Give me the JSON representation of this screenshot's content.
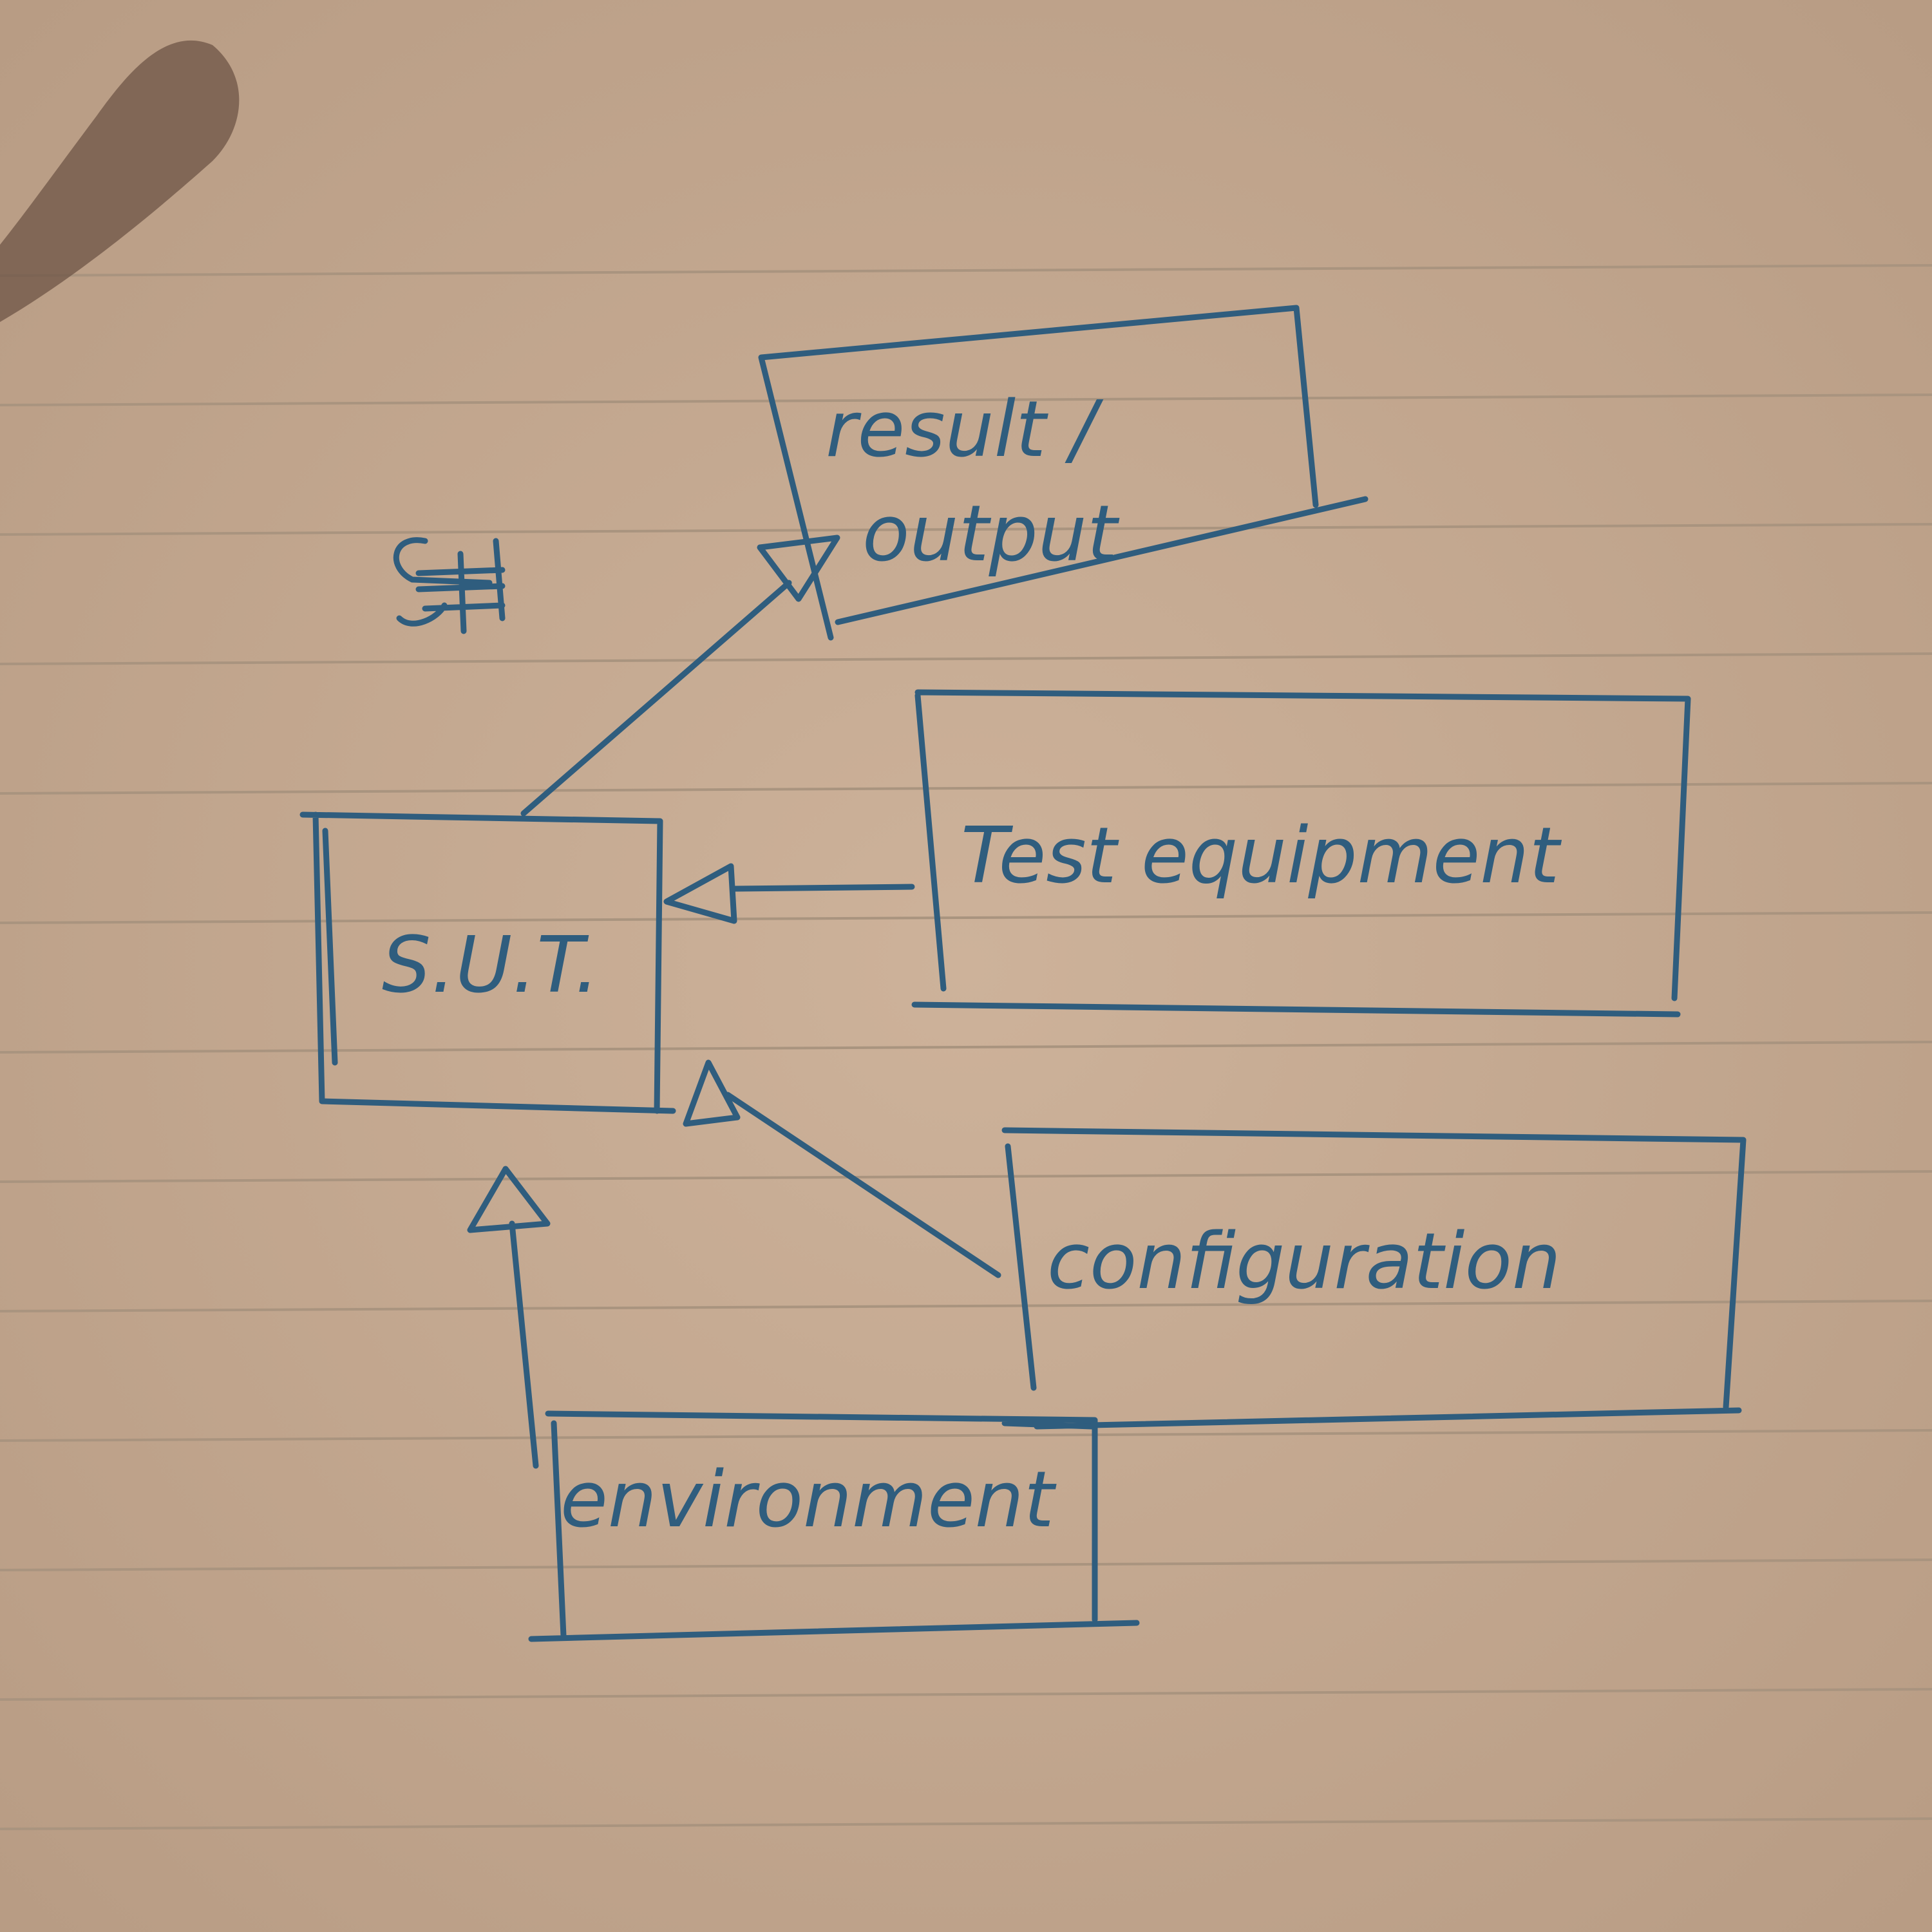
{
  "diagram": {
    "colors": {
      "paper": "#c9ad94",
      "ink": "#2f5d7e",
      "rule": "#a9947f"
    },
    "nodes": {
      "sut": {
        "label": "S.U.T."
      },
      "result": {
        "label_line1": "result /",
        "label_line2": "output"
      },
      "test_equipment": {
        "label": "Test equipment"
      },
      "configuration": {
        "label": "configuration"
      },
      "environment": {
        "label": "environment"
      }
    },
    "edges": [
      {
        "from": "sut",
        "to": "result",
        "head": "hollow-triangle"
      },
      {
        "from": "test_equipment",
        "to": "sut",
        "head": "hollow-triangle"
      },
      {
        "from": "configuration",
        "to": "sut",
        "head": "hollow-triangle"
      },
      {
        "from": "environment",
        "to": "sut",
        "head": "hollow-triangle"
      }
    ]
  }
}
